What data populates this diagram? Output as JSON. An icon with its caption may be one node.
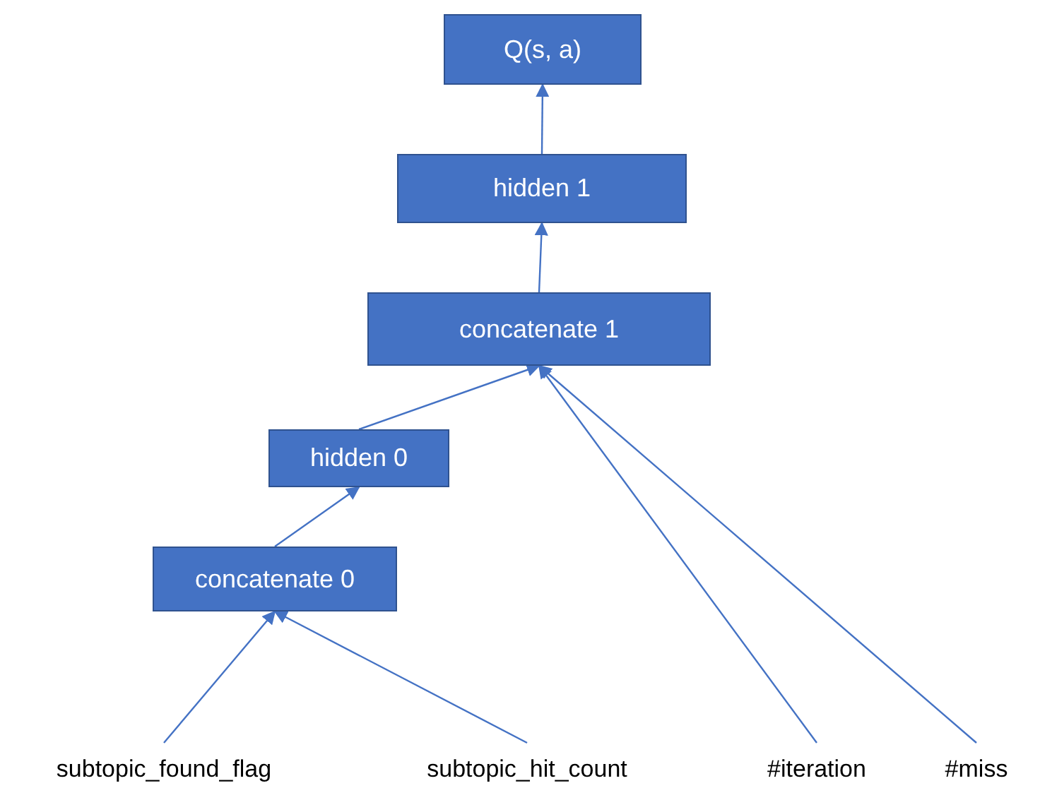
{
  "diagram": {
    "nodes": [
      {
        "text": [
          "Q(s, a)"
        ]
      },
      {
        "text": [
          "hidden 1"
        ]
      },
      {
        "text": [
          "concatenate 1"
        ]
      },
      {
        "text": [
          "hidden 0"
        ]
      },
      {
        "text": [
          "concatenate 0"
        ]
      },
      {
        "text": [
          "subtopic_found_flag"
        ]
      },
      {
        "text": [
          "subtopic_hit_count"
        ]
      },
      {
        "text": [
          "#iteration"
        ]
      },
      {
        "text": [
          "#miss"
        ]
      }
    ],
    "edges": [
      {
        "from": 1,
        "to": 0,
        "arrow": "to"
      },
      {
        "from": 2,
        "to": 1,
        "arrow": "to"
      },
      {
        "from": 3,
        "to": 2,
        "arrow": "to"
      },
      {
        "from": 4,
        "to": 3,
        "arrow": "to"
      },
      {
        "from": 5,
        "to": 4,
        "arrow": "to"
      },
      {
        "from": 6,
        "to": 4,
        "arrow": "to"
      },
      {
        "from": 7,
        "to": 2,
        "arrow": "to"
      },
      {
        "from": 8,
        "to": 2,
        "arrow": "to"
      }
    ]
  }
}
